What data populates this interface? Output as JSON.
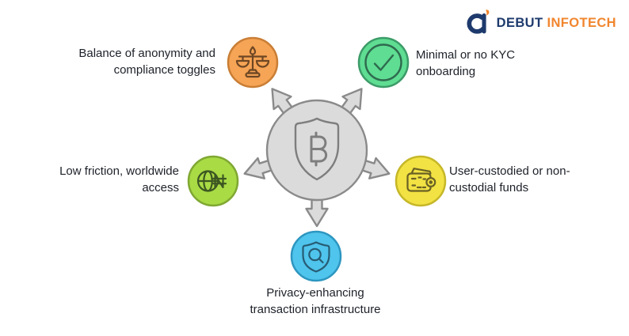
{
  "logo": {
    "brand_primary": "DEBUT",
    "brand_secondary": "INFOTECH",
    "primary_color": "#1E3A6D",
    "secondary_color": "#F1862E",
    "mark_icon": "debut-infotech-logo-mark"
  },
  "center": {
    "icon": "bitcoin-shield-icon",
    "symbol": "₿",
    "fill": "#DBDBDB",
    "stroke": "#8A8A8A",
    "inner_stroke": "#7E7E7E"
  },
  "nodes": [
    {
      "id": "anonymity-compliance",
      "lines": [
        "Balance of anonymity and",
        "compliance toggles"
      ],
      "icon": "balance-scale-icon",
      "fill": "#F6A455",
      "stroke": "#C97E35",
      "icon_stroke": "#6E4724"
    },
    {
      "id": "kyc-onboarding",
      "lines": [
        "Minimal or no KYC",
        "onboarding"
      ],
      "icon": "check-circle-icon",
      "fill": "#5FDD92",
      "stroke": "#3C9B68",
      "icon_stroke": "#2F6B4F"
    },
    {
      "id": "worldwide-access",
      "lines": [
        "Low friction, worldwide",
        "access"
      ],
      "icon": "globe-currency-icon",
      "fill": "#A9DB45",
      "stroke": "#7FA832",
      "icon_stroke": "#3D5722"
    },
    {
      "id": "custody-funds",
      "lines": [
        "User-custodied or non-",
        "custodial funds"
      ],
      "icon": "wallet-icon",
      "fill": "#F2E243",
      "stroke": "#C6B728",
      "icon_stroke": "#6A6125"
    },
    {
      "id": "privacy-infrastructure",
      "lines": [
        "Privacy-enhancing",
        "transaction infrastructure"
      ],
      "icon": "shield-magnifier-icon",
      "fill": "#4FC4EC",
      "stroke": "#2D96C0",
      "icon_stroke": "#275C74"
    }
  ]
}
